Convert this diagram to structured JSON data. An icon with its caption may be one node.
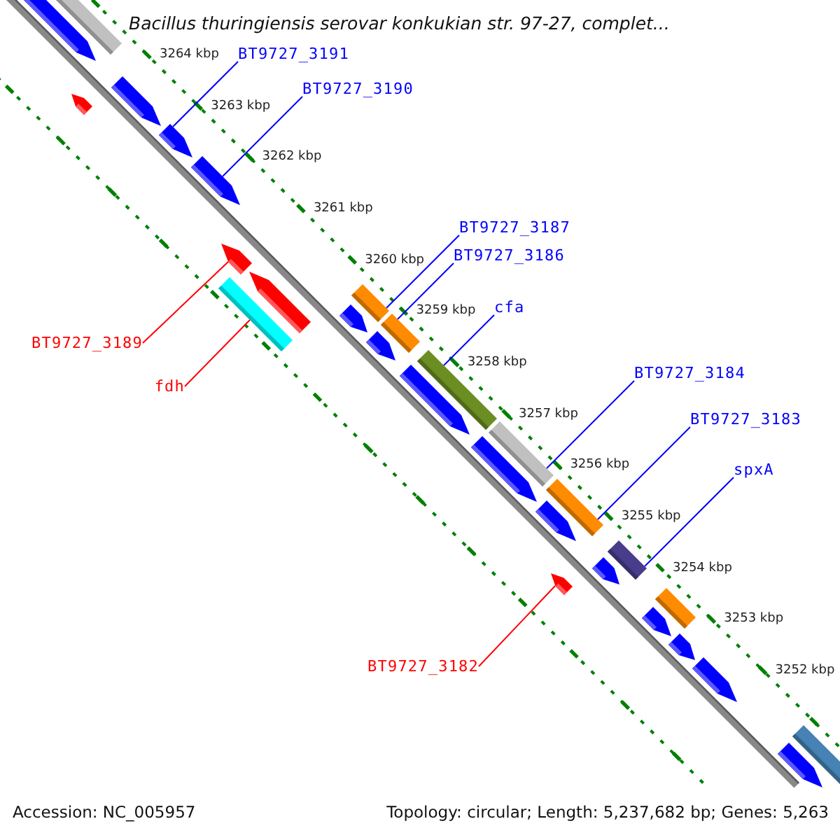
{
  "diagram": {
    "title": "Bacillus thuringiensis serovar konkukian str. 97-27, complet...",
    "nodes": [
      {
        "text": [
          "BT9727_3191"
        ]
      },
      {
        "text": [
          "BT9727_3190"
        ]
      },
      {
        "text": [
          "BT9727_3187"
        ]
      },
      {
        "text": [
          "BT9727_3186"
        ]
      },
      {
        "text": [
          "BT9727_3189"
        ]
      },
      {
        "text": [
          "fdh"
        ]
      },
      {
        "text": [
          "cfa"
        ]
      },
      {
        "text": [
          "BT9727_3184"
        ]
      },
      {
        "text": [
          "BT9727_3183"
        ]
      },
      {
        "text": [
          "spxA"
        ]
      },
      {
        "text": [
          "BT9727_3182"
        ]
      },
      {
        "text": [],
        "shape": "arrow"
      },
      {
        "text": [],
        "shape": "bar"
      },
      {
        "text": [],
        "shape": "arrow"
      },
      {
        "text": [],
        "shape": "arrow"
      },
      {
        "text": [],
        "shape": "arrow"
      },
      {
        "text": [],
        "shape": "arrow"
      },
      {
        "text": [],
        "shape": "arrow"
      },
      {
        "text": [],
        "shape": "bar"
      },
      {
        "text": [],
        "shape": "arrow"
      },
      {
        "text": [],
        "shape": "bar"
      },
      {
        "text": [],
        "shape": "arrow"
      },
      {
        "text": [],
        "shape": "bar"
      },
      {
        "text": [],
        "shape": "arrow"
      },
      {
        "text": [],
        "shape": "arrow"
      },
      {
        "text": [],
        "shape": "bar"
      },
      {
        "text": [],
        "shape": "arrow"
      },
      {
        "text": [],
        "shape": "bar"
      },
      {
        "text": [],
        "shape": "bar"
      },
      {
        "text": [],
        "shape": "arrow"
      },
      {
        "text": [],
        "shape": "arrow"
      },
      {
        "text": [],
        "shape": "bar"
      },
      {
        "text": [],
        "shape": "arrow"
      },
      {
        "text": [],
        "shape": "bar"
      },
      {
        "text": [],
        "shape": "arrow"
      },
      {
        "text": [],
        "shape": "arrow"
      },
      {
        "text": [],
        "shape": "arrow"
      },
      {
        "text": [],
        "shape": "bar"
      },
      {
        "text": [],
        "shape": "arrow"
      }
    ],
    "edges": [
      {
        "from": 0,
        "to": 15,
        "arrow": "none"
      },
      {
        "from": 1,
        "to": 16,
        "arrow": "none"
      },
      {
        "from": 2,
        "to": 20,
        "arrow": "none"
      },
      {
        "from": 3,
        "to": 22,
        "arrow": "none"
      },
      {
        "from": 4,
        "to": 17,
        "arrow": "none",
        "color": "#ff0000"
      },
      {
        "from": 5,
        "to": 18,
        "arrow": "none",
        "color": "#ff0000"
      },
      {
        "from": 6,
        "to": 25,
        "arrow": "none"
      },
      {
        "from": 7,
        "to": 27,
        "arrow": "none"
      },
      {
        "from": 8,
        "to": 28,
        "arrow": "none"
      },
      {
        "from": 9,
        "to": 31,
        "arrow": "none"
      },
      {
        "from": 10,
        "to": 30,
        "arrow": "none",
        "color": "#ff0000"
      }
    ],
    "labels": [
      "3264 kbp",
      "3263 kbp",
      "3262 kbp",
      "3261 kbp",
      "3260 kbp",
      "3259 kbp",
      "3258 kbp",
      "3257 kbp",
      "3256 kbp",
      "3255 kbp",
      "3254 kbp",
      "3253 kbp",
      "3252 kbp",
      "Accession: NC_005957",
      "Topology: circular; Length: 5,237,682 bp; Genes: 5,263"
    ]
  }
}
